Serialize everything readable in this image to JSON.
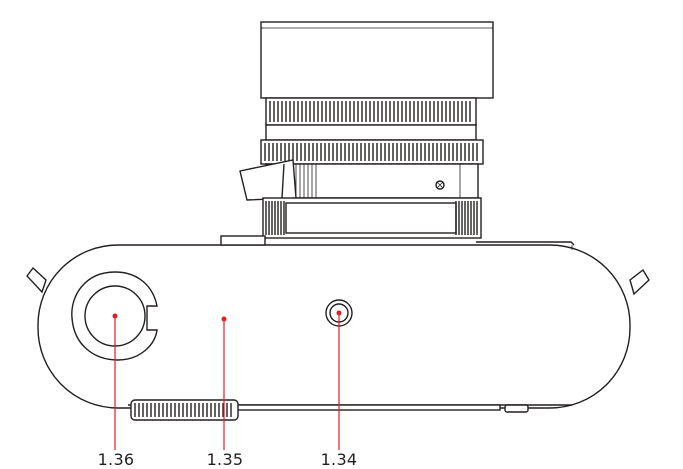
{
  "callouts": [
    {
      "id": "1.36",
      "label": "1.36"
    },
    {
      "id": "1.35",
      "label": "1.35"
    },
    {
      "id": "1.34",
      "label": "1.34"
    }
  ],
  "colors": {
    "line": "#231f20",
    "callout": "#e31e24",
    "background": "#ffffff"
  }
}
